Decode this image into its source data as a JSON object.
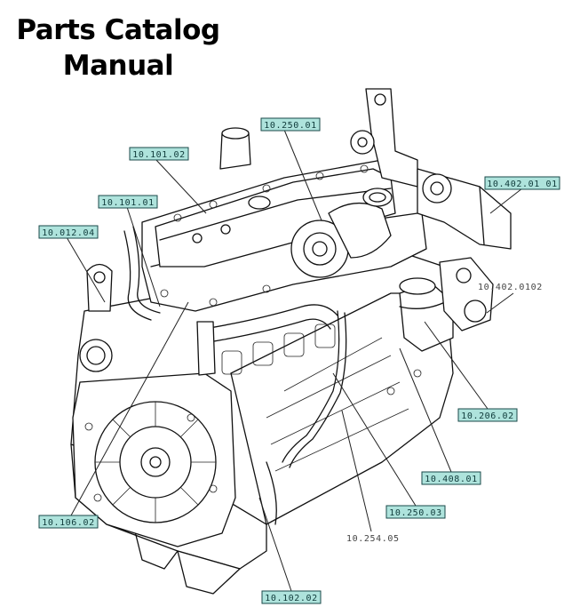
{
  "title": {
    "line1": "Parts Catalog",
    "line2": "Manual"
  },
  "callouts": [
    {
      "id": "c1",
      "text": "10.250.01"
    },
    {
      "id": "c2",
      "text": "10.101.02"
    },
    {
      "id": "c3",
      "text": "10.101.01"
    },
    {
      "id": "c4",
      "text": "10.012.04"
    },
    {
      "id": "c5",
      "text": "10.402.01 01"
    },
    {
      "id": "c6",
      "text": "10.206.02"
    },
    {
      "id": "c7",
      "text": "10.408.01"
    },
    {
      "id": "c8",
      "text": "10.250.03"
    },
    {
      "id": "c9",
      "text": "10.106.02"
    },
    {
      "id": "c10",
      "text": "10.102.02"
    }
  ],
  "plain_labels": [
    {
      "id": "p1",
      "text": "10.402.0102"
    },
    {
      "id": "p2",
      "text": "10.254.05"
    }
  ],
  "colors": {
    "callout_fill": "#aee3dc",
    "callout_border": "#1a4a4a",
    "line_art": "#111111"
  }
}
